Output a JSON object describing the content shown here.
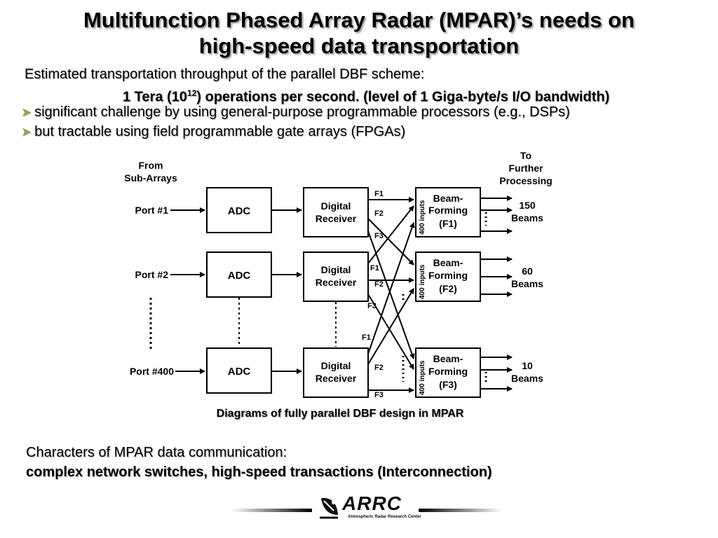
{
  "title": {
    "line1": "Multifunction Phased Array Radar (MPAR)’s needs on",
    "line2": "high-speed data transportation"
  },
  "intro": {
    "line1": "Estimated transportation throughput of the parallel DBF scheme:",
    "line2_prefix": "1 Tera (10",
    "line2_sup": "12",
    "line2_suffix": ") operations per second. (level of 1 Giga-byte/s I/O bandwidth)"
  },
  "bullets": [
    "significant challenge by using general-purpose programmable processors (e.g., DSPs)",
    "but tractable using field programmable gate arrays (FPGAs)"
  ],
  "diagram": {
    "from_label": [
      "From",
      "Sub-Arrays"
    ],
    "to_label": [
      "To",
      "Further",
      "Processing"
    ],
    "ports": [
      "Port #1",
      "Port #2",
      "Port #400"
    ],
    "adc_label": "ADC",
    "receiver_label": [
      "Digital",
      "Receiver"
    ],
    "beamformers": [
      {
        "label": [
          "Beam-",
          "Forming",
          "(F1)"
        ],
        "beams": [
          "150",
          "Beams"
        ]
      },
      {
        "label": [
          "Beam-",
          "Forming",
          "(F2)"
        ],
        "beams": [
          "60",
          "Beams"
        ]
      },
      {
        "label": [
          "Beam-",
          "Forming",
          "(F3)"
        ],
        "beams": [
          "10",
          "Beams"
        ]
      }
    ],
    "inputs_label": "400 inputs",
    "freq_labels": [
      "F1",
      "F2",
      "F3"
    ]
  },
  "caption": "Diagrams of fully parallel DBF design in MPAR",
  "characters": {
    "line1": "Characters of MPAR data communication:",
    "line2": "complex network switches, high-speed transactions (Interconnection)"
  },
  "logo": {
    "name": "ARRC",
    "subtitle": "Atmospheric Radar Research Center"
  },
  "colors": {
    "bullet_accent": "#8ca844"
  }
}
